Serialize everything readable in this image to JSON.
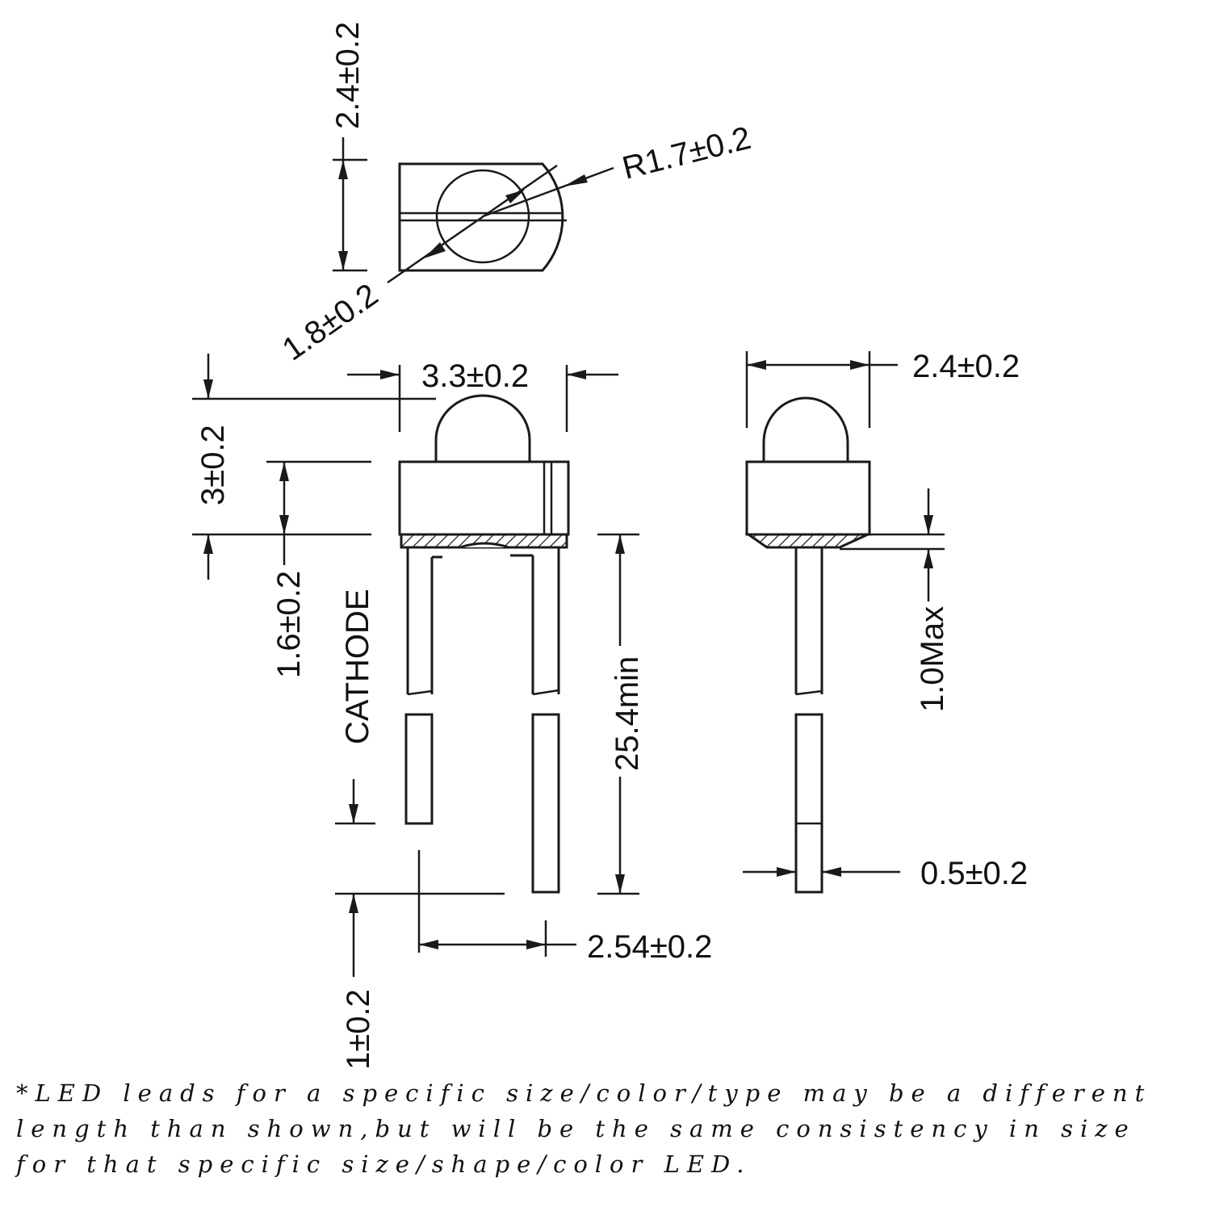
{
  "dimensions": {
    "top_height": "2.4±0.2",
    "radius": "R1.7±0.2",
    "lens_diameter": "1.8±0.2",
    "front_width": "3.3±0.2",
    "side_width": "2.4±0.2",
    "body_height": "3±0.2",
    "flange_height": "1.6±0.2",
    "lead_length": "25.4min",
    "standoff": "1.0Max",
    "lead_width": "0.5±0.2",
    "lead_spacing": "2.54±0.2",
    "lead_offset": "1±0.2"
  },
  "labels": {
    "cathode": "CATHODE"
  },
  "note": {
    "line1": "*LED leads for a specific size/color/type may be a different",
    "line2": "length than shown,but will be the same consistency in size",
    "line3": "for that specific size/shape/color LED."
  }
}
